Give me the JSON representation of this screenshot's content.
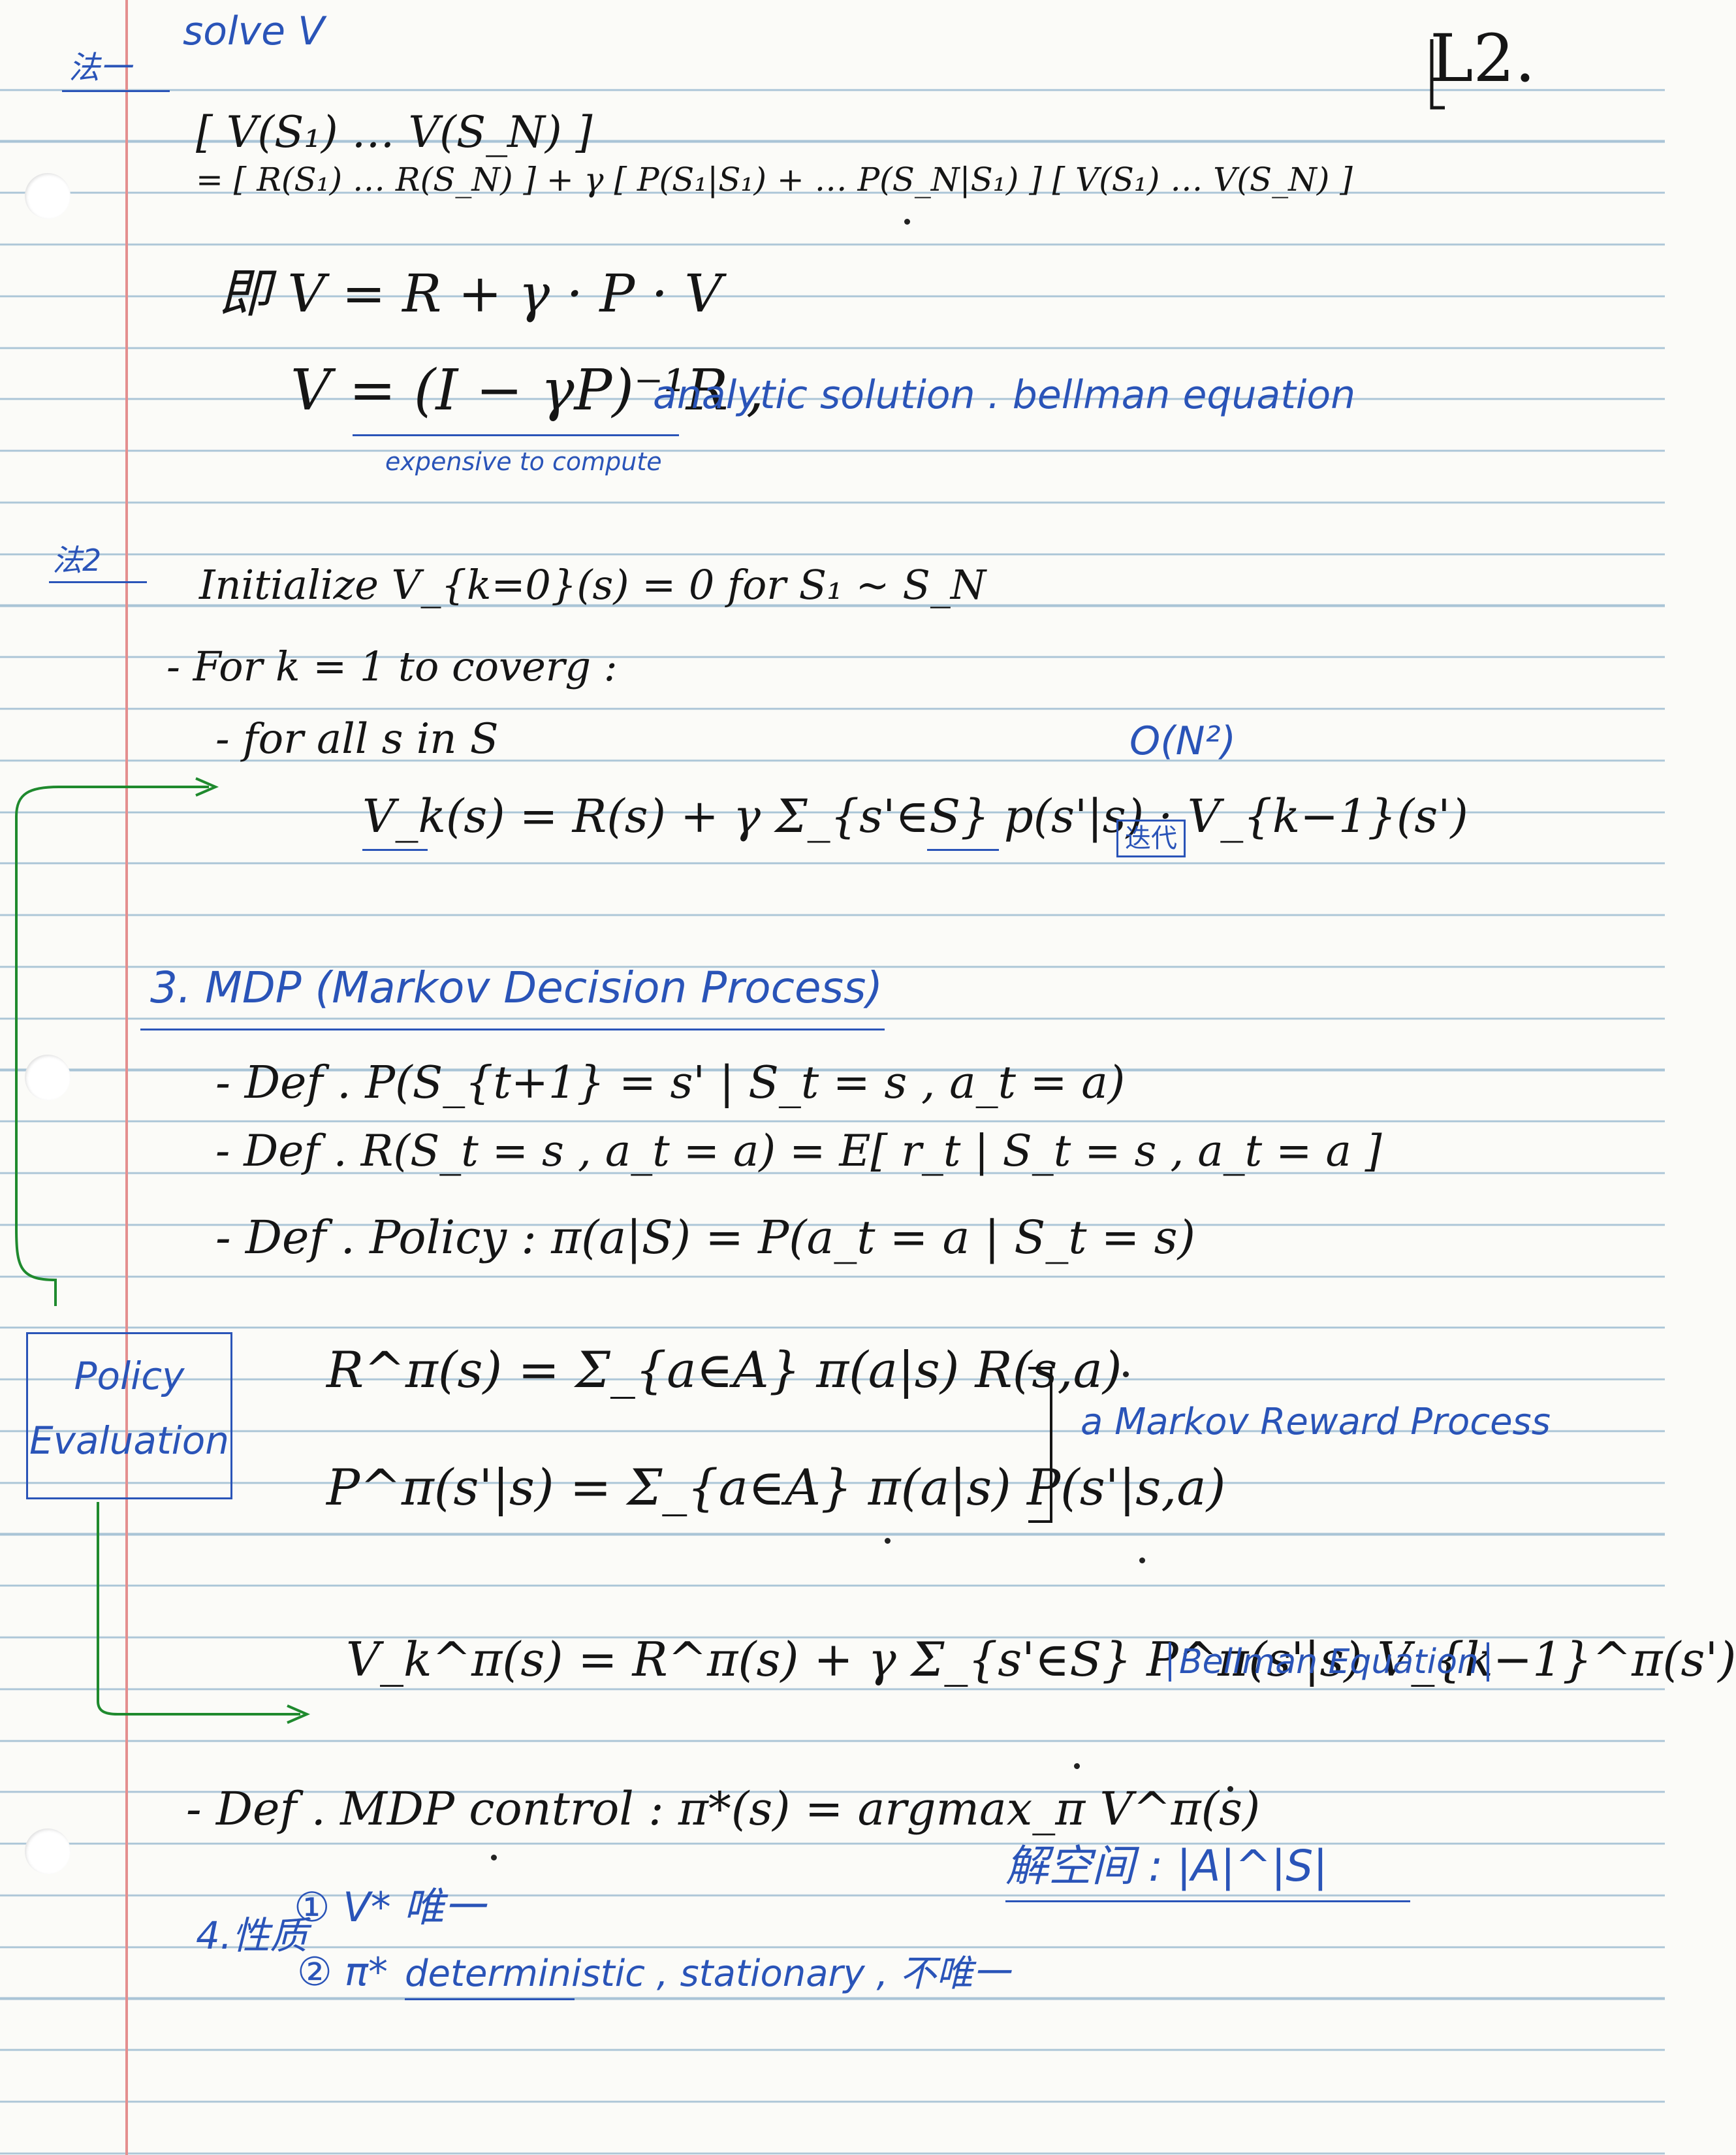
{
  "page": {
    "number": "L2."
  },
  "method1": {
    "label": "法一",
    "heading": "solve V",
    "matrix_v": "[ V(S₁) … V(S_N) ]",
    "matrix_eq": "= [ R(S₁) … R(S_N) ] + γ [ P(S₁|S₁) + … P(S_N|S₁) ] [ V(S₁) … V(S_N) ]",
    "compact": "即 V = R + γ · P · V",
    "analytic": "V = (I − γP)⁻¹R ,",
    "analytic_note": "analytic solution . bellman equation",
    "cost_note": "expensive to compute"
  },
  "method2": {
    "label": "法2",
    "init": "Initialize V_{k=0}(s) = 0 for S₁ ~ S_N",
    "loop_k": "- For k = 1 to coverg :",
    "loop_s": "- for all s in S",
    "update": "V_k(s) = R(s) + γ Σ_{s'∈S} p(s'|s) · V_{k−1}(s')",
    "complexity": "O(N²)",
    "tag": "迭代"
  },
  "mdp": {
    "heading": "3. MDP (Markov Decision Process)",
    "def_p": "- Def . P(S_{t+1} = s' | S_t = s , a_t = a)",
    "def_r": "- Def . R(S_t = s , a_t = a) = E[ r_t | S_t = s , a_t = a ]",
    "def_policy": "- Def . Policy : π(a|S) = P(a_t = a | S_t = s)",
    "policy_eval_label": "Policy Evaluation",
    "r_pi": "R^π(s) = Σ_{a∈A} π(a|s) R(s,a)",
    "p_pi": "P^π(s'|s) = Σ_{a∈A} π(a|s) P(s'|s,a)",
    "mrp_note": "a Markov Reward Process",
    "bellman": "V_k^π(s) = R^π(s) + γ Σ_{s'∈S} P^π(s'|s) V_{k−1}^π(s')",
    "bellman_tag": "Bellman Equation",
    "control": "- Def . MDP control : π*(s) = argmax_π V^π(s)"
  },
  "properties": {
    "label": "4.性质",
    "item1": "① V* 唯一",
    "item2_prefix": "② π*",
    "item2_words": "deterministic , stationary , 不唯一",
    "space": "解空间 : |A|^|S|"
  }
}
